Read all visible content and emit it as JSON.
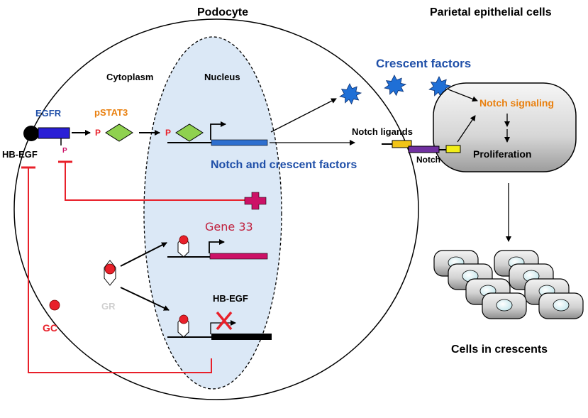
{
  "labels": {
    "podocyte": "Podocyte",
    "parietal": "Parietal epithelial cells",
    "cytoplasm": "Cytoplasm",
    "nucleus": "Nucleus",
    "egfr": "EGFR",
    "pstat3": "pSTAT3",
    "hbegf_left": "HB-EGF",
    "p_receptor": "P",
    "p1": "P",
    "p2": "P",
    "crescent_factors": "Crescent factors",
    "notch_and_crescent": "Notch and crescent factors",
    "notch_ligands": "Notch ligands",
    "notch": "Notch",
    "notch_signaling": "Notch signaling",
    "proliferation": "Proliferation",
    "gene33": "Gene 33",
    "gr": "GR",
    "hbegf_nucleus": "HB-EGF",
    "gc": "GC",
    "cells_in_crescents": "Cells in crescents"
  },
  "colors": {
    "blue_text": "#1f4fa8",
    "orange_text": "#e9800f",
    "red": "#e8202a",
    "crimson": "#c0203d",
    "magenta": "#cc1166",
    "nucleus_fill": "#dbe8f6",
    "diamond": "#8fd14f",
    "egfr_bar": "#2a1fd6",
    "gene_bar_blue": "#2e6fcf",
    "gray_text": "#cfcfcf",
    "ligand_yellow": "#f2c418",
    "notch_purple": "#7030a0"
  },
  "icons": {
    "starburst": "blue-starburst-icon",
    "plus": "magenta-plus-icon",
    "cross": "red-x-icon"
  }
}
